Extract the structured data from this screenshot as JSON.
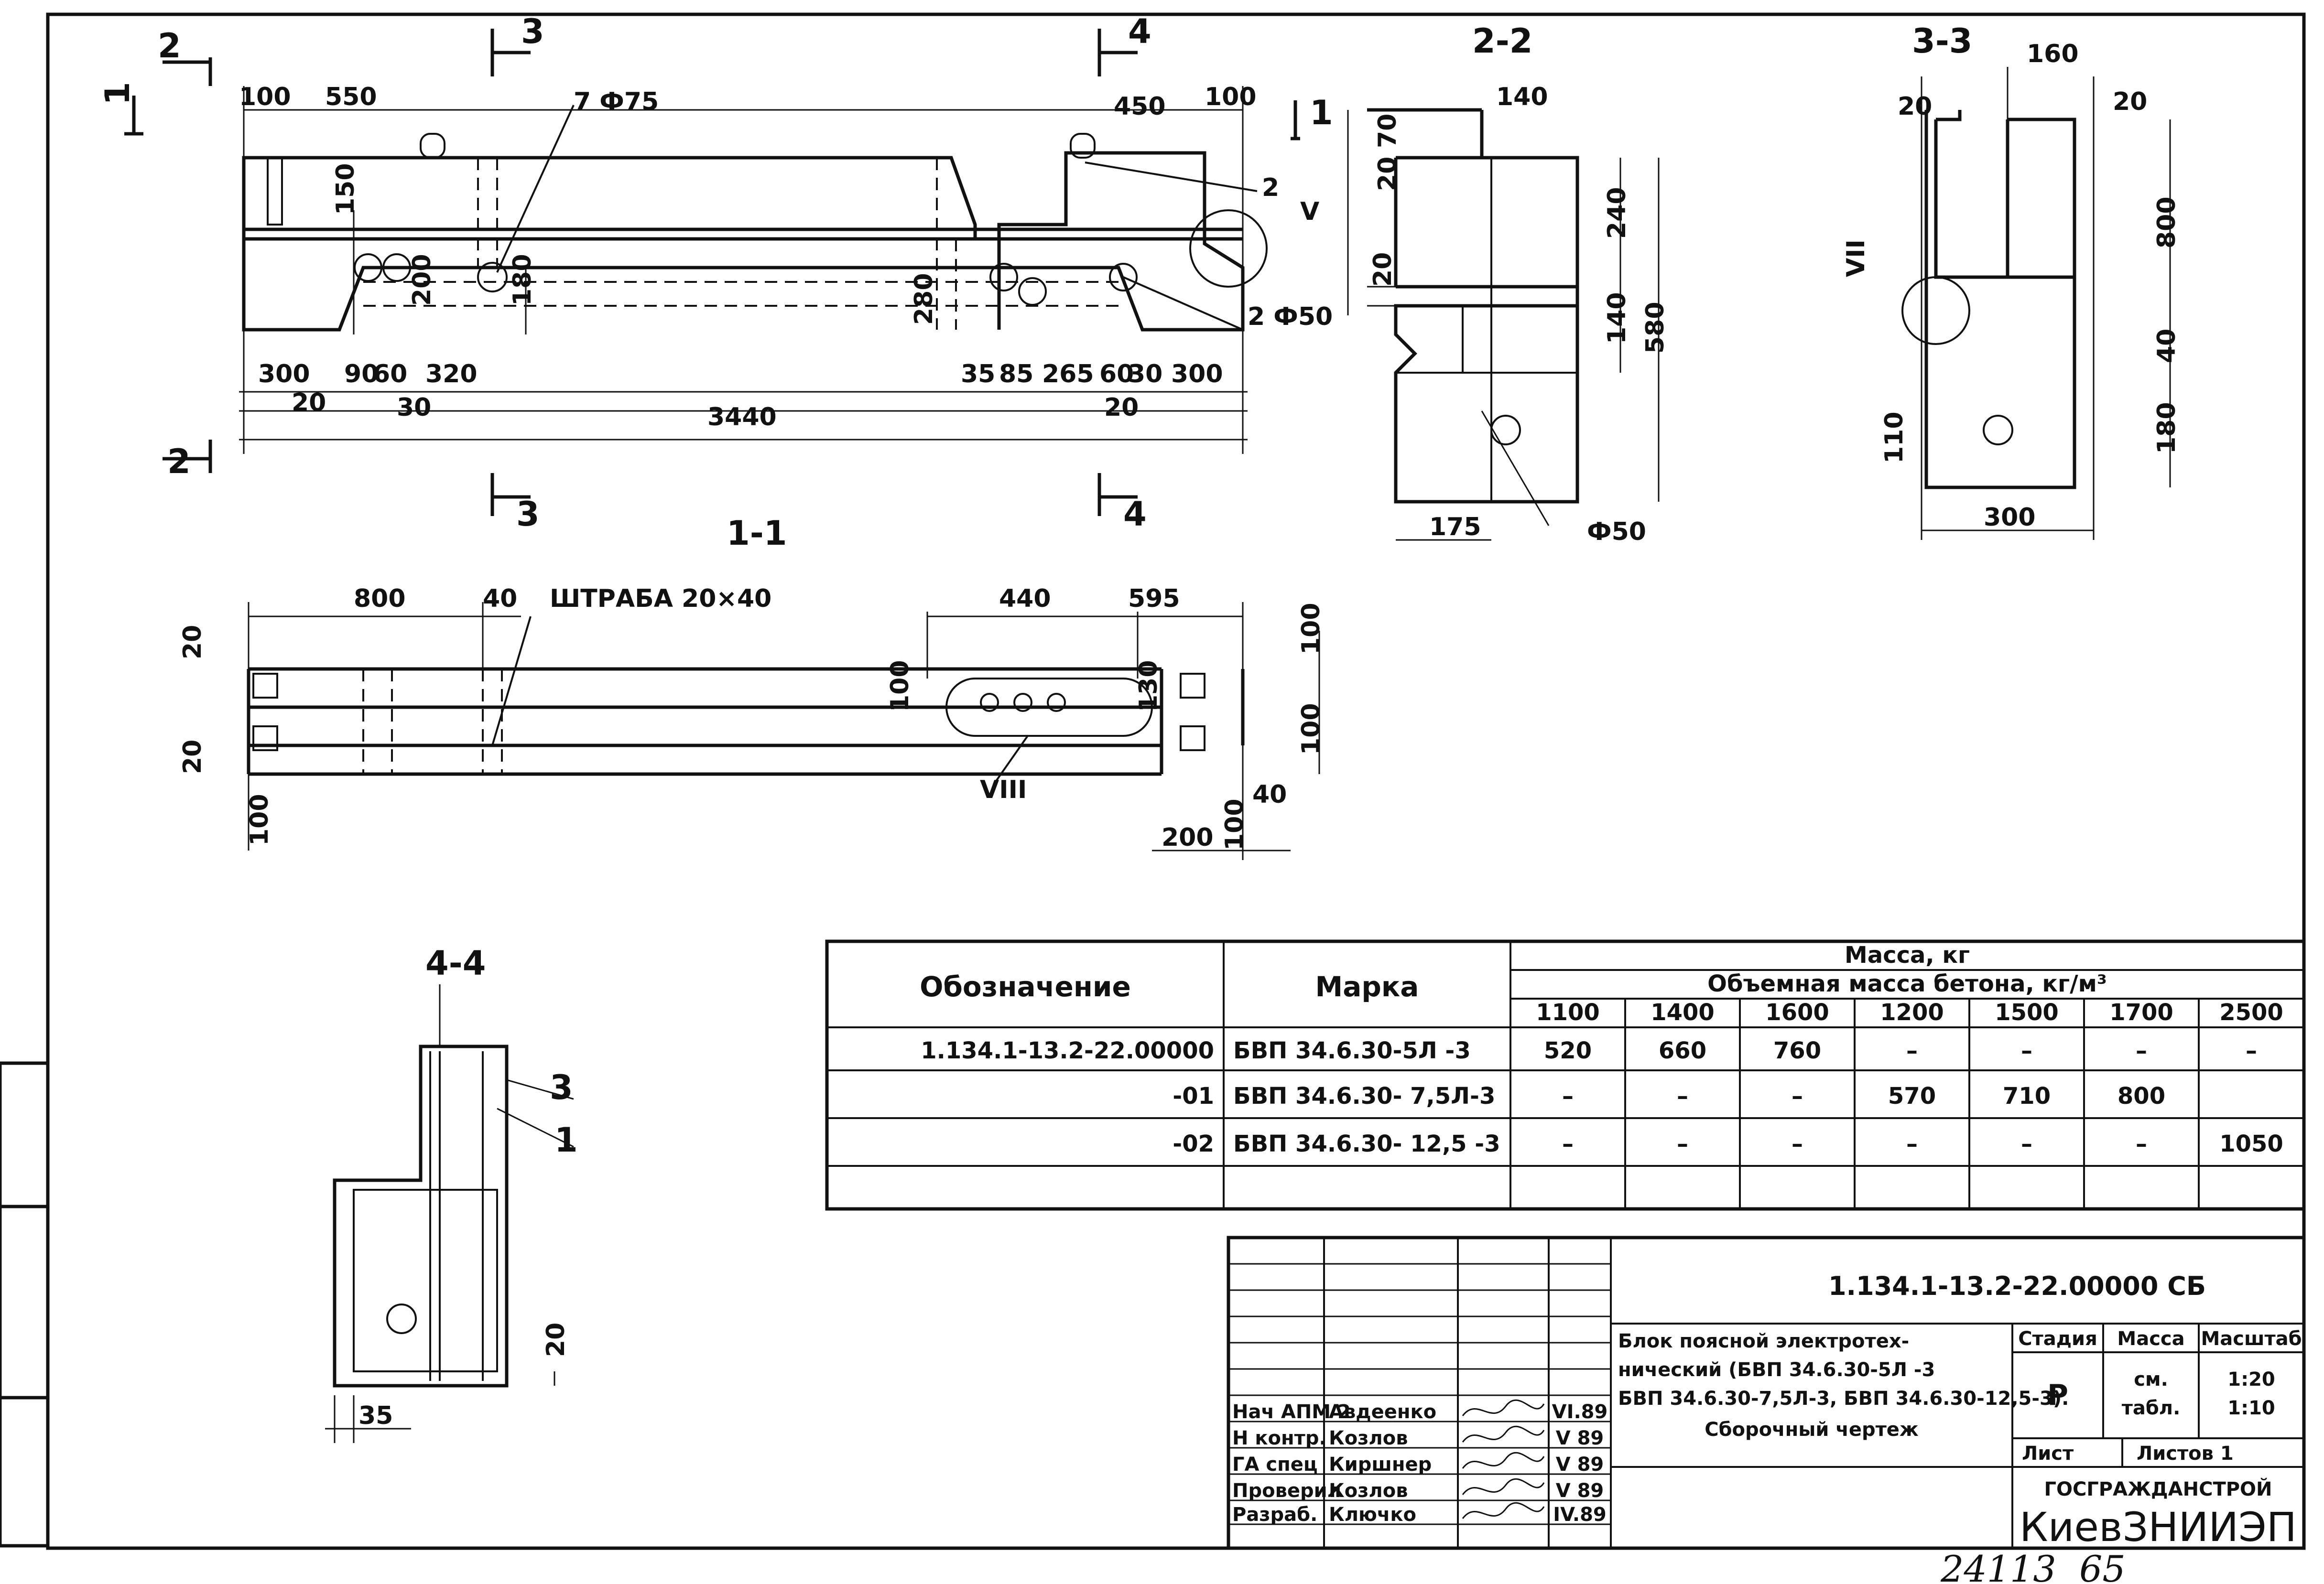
{
  "drawing": {
    "section_marks": [
      "1",
      "2",
      "3",
      "4"
    ],
    "view_labels": {
      "v11": "1-1",
      "v22": "2-2",
      "v33": "3-3",
      "v44": "4-4"
    },
    "main_view": {
      "dims_top": [
        "100",
        "550",
        "450",
        "100"
      ],
      "hole_label": "7 Ф75",
      "hole_label_2": "2 Ф50",
      "dims_inner": [
        "150",
        "200",
        "180",
        "280"
      ],
      "dims_bottom": [
        "300",
        "90",
        "60",
        "320",
        "35",
        "85",
        "265",
        "60",
        "30",
        "300"
      ],
      "dims_small": [
        "20",
        "30",
        "20"
      ],
      "overall": "3440",
      "callouts": [
        "2",
        "V"
      ]
    },
    "section_22": {
      "dims": [
        "140",
        "70",
        "20",
        "240",
        "20",
        "140",
        "580",
        "175"
      ],
      "hole": "Ф50"
    },
    "section_33": {
      "dims": [
        "160",
        "20",
        "20",
        "800",
        "40",
        "110",
        "180",
        "300"
      ],
      "callout": "VII"
    },
    "plan_11": {
      "dims": [
        "800",
        "40",
        "440",
        "595",
        "20",
        "20",
        "100",
        "100",
        "100",
        "130",
        "40",
        "200",
        "100",
        "100"
      ],
      "slot_label": "ШТРАБА 20×40",
      "callout": "VIII"
    },
    "section_44": {
      "dims": [
        "20",
        "35"
      ],
      "leaders": [
        "3",
        "1"
      ]
    }
  },
  "spec_table": {
    "col_designation": "Обозначение",
    "col_mark": "Марка",
    "mass_header": "Масса, кг",
    "density_header": "Объемная масса бетона, кг/м³",
    "densities": [
      "1100",
      "1400",
      "1600",
      "1200",
      "1500",
      "1700",
      "2500"
    ],
    "rows": [
      {
        "designation": "1.134.1-13.2-22.00000",
        "mark": "БВП 34.6.30-5Л -3",
        "values": [
          "520",
          "660",
          "760",
          "–",
          "–",
          "–",
          "–"
        ]
      },
      {
        "designation": "-01",
        "mark": "БВП 34.6.30- 7,5Л-3",
        "values": [
          "–",
          "–",
          "–",
          "570",
          "710",
          "800",
          ""
        ]
      },
      {
        "designation": "-02",
        "mark": "БВП 34.6.30- 12,5 -3",
        "values": [
          "–",
          "–",
          "–",
          "–",
          "–",
          "–",
          "1050"
        ]
      },
      {
        "designation": "",
        "mark": "",
        "values": [
          "",
          "",
          "",
          "",
          "",
          "",
          ""
        ]
      }
    ]
  },
  "title_block": {
    "doc_code": "1.134.1-13.2-22.00000 СБ",
    "title_lines": [
      "Блок поясной электротех-",
      "нический (БВП 34.6.30-5Л -3",
      "БВП 34.6.30-7,5Л-3, БВП 34.6.30-12,5-3).",
      "Сборочный чертеж"
    ],
    "col_stage": "Стадия",
    "col_mass": "Масса",
    "col_scale": "Масштаб",
    "stage": "Р",
    "mass_line1": "см.",
    "mass_line2": "табл.",
    "scale_1": "1:20",
    "scale_2": "1:10",
    "sheet_label": "Лист",
    "sheets_label": "Листов 1",
    "org_1": "ГОСГРАЖДАНСТРОЙ",
    "org_2": "КиевЗНИИЭП",
    "signatures": [
      {
        "role": "Нач АПМ 2",
        "name": "Авдеенко",
        "date": "VI.89"
      },
      {
        "role": "Н контр.",
        "name": "Козлов",
        "date": "V 89"
      },
      {
        "role": "ГА спец",
        "name": "Киршнер",
        "date": "V 89"
      },
      {
        "role": "Проверил",
        "name": "Козлов",
        "date": "V 89"
      },
      {
        "role": "Разраб.",
        "name": "Ключко",
        "date": "IV.89"
      }
    ]
  },
  "footer": {
    "number": "24113",
    "page": "65"
  }
}
